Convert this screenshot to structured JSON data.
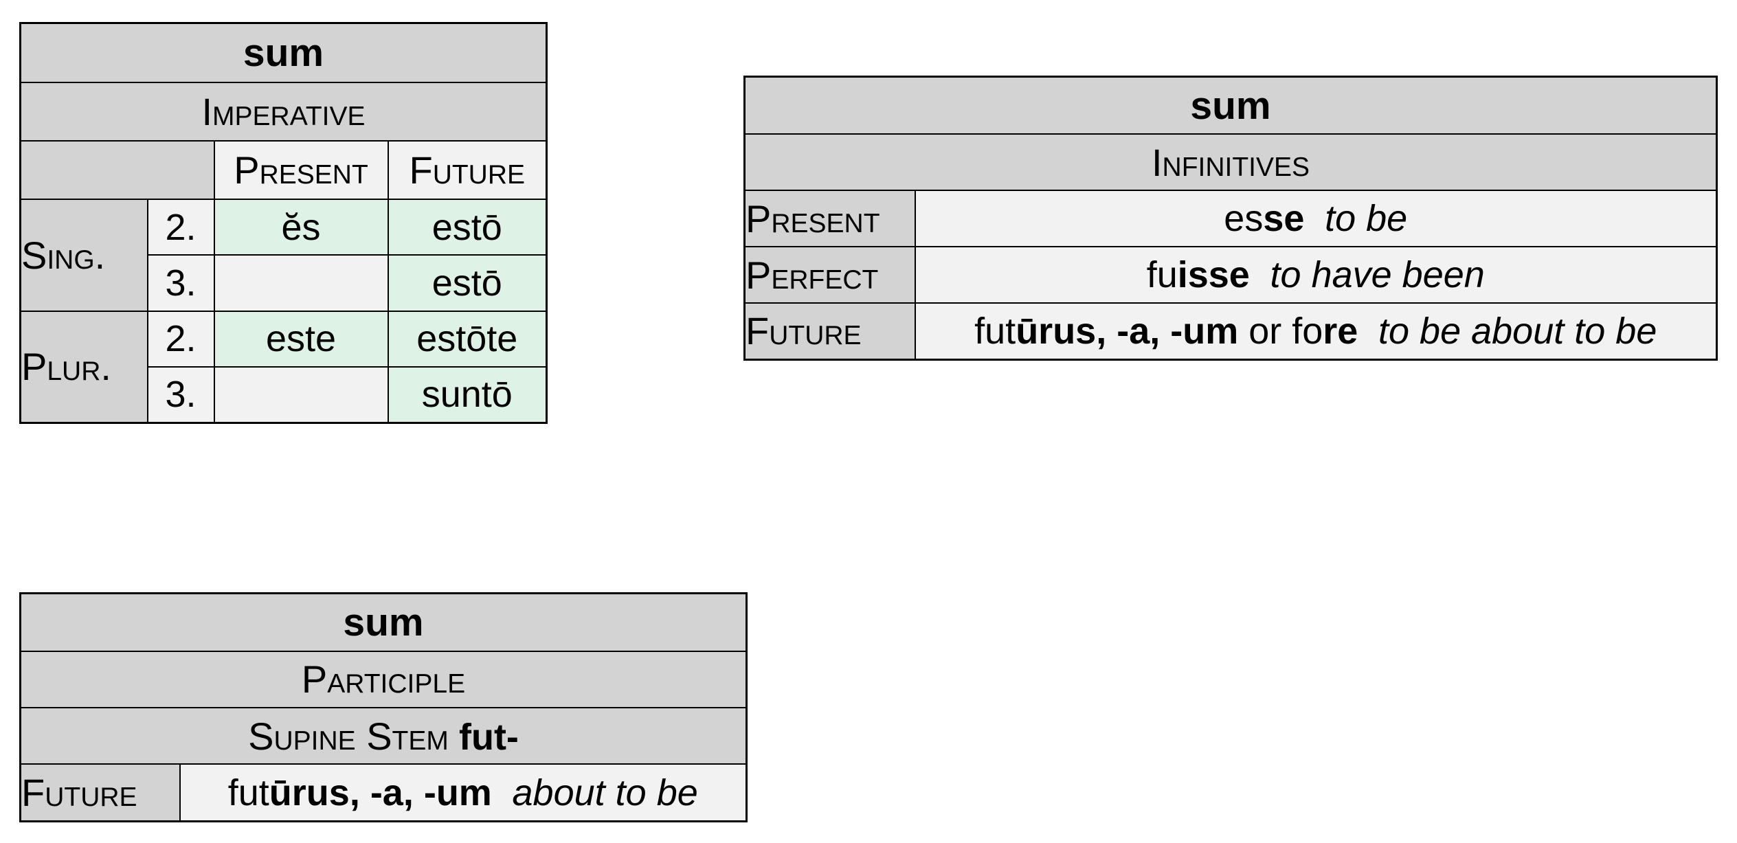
{
  "colors": {
    "page_bg": "#ffffff",
    "header_bg": "#d3d3d3",
    "plain_cell_bg": "#f2f2f2",
    "highlight_cell_bg": "#dff2e6",
    "border": "#000000",
    "text": "#000000"
  },
  "imperative": {
    "title": "sum",
    "subtitle": "Imperative",
    "corner": "",
    "columns": [
      "Present",
      "Future"
    ],
    "rows": [
      {
        "group": "Sing.",
        "person": "2.",
        "present": "ĕs",
        "future": "estō"
      },
      {
        "person": "3.",
        "present": "",
        "future": "estō"
      },
      {
        "group": "Plur.",
        "person": "2.",
        "present": "este",
        "future": "estōte"
      },
      {
        "person": "3.",
        "present": "",
        "future": "suntō"
      }
    ]
  },
  "infinitives": {
    "title": "sum",
    "subtitle": "Infinitives",
    "rows": [
      {
        "label": "Present",
        "parts": [
          "es",
          "se"
        ],
        "translation": "to be"
      },
      {
        "label": "Perfect",
        "parts": [
          "fu",
          "isse"
        ],
        "translation": "to have been"
      },
      {
        "label": "Future",
        "parts": [
          "fut",
          "ūrus, -a, -um",
          " or fo",
          "re"
        ],
        "translation": "to be about to be"
      }
    ]
  },
  "participle": {
    "title": "sum",
    "subtitle": "Participle",
    "stem_label": "Supine Stem",
    "stem": "fut-",
    "row": {
      "label": "Future",
      "parts": [
        "fut",
        "ūrus, -a, -um"
      ],
      "translation": "about to be"
    }
  }
}
